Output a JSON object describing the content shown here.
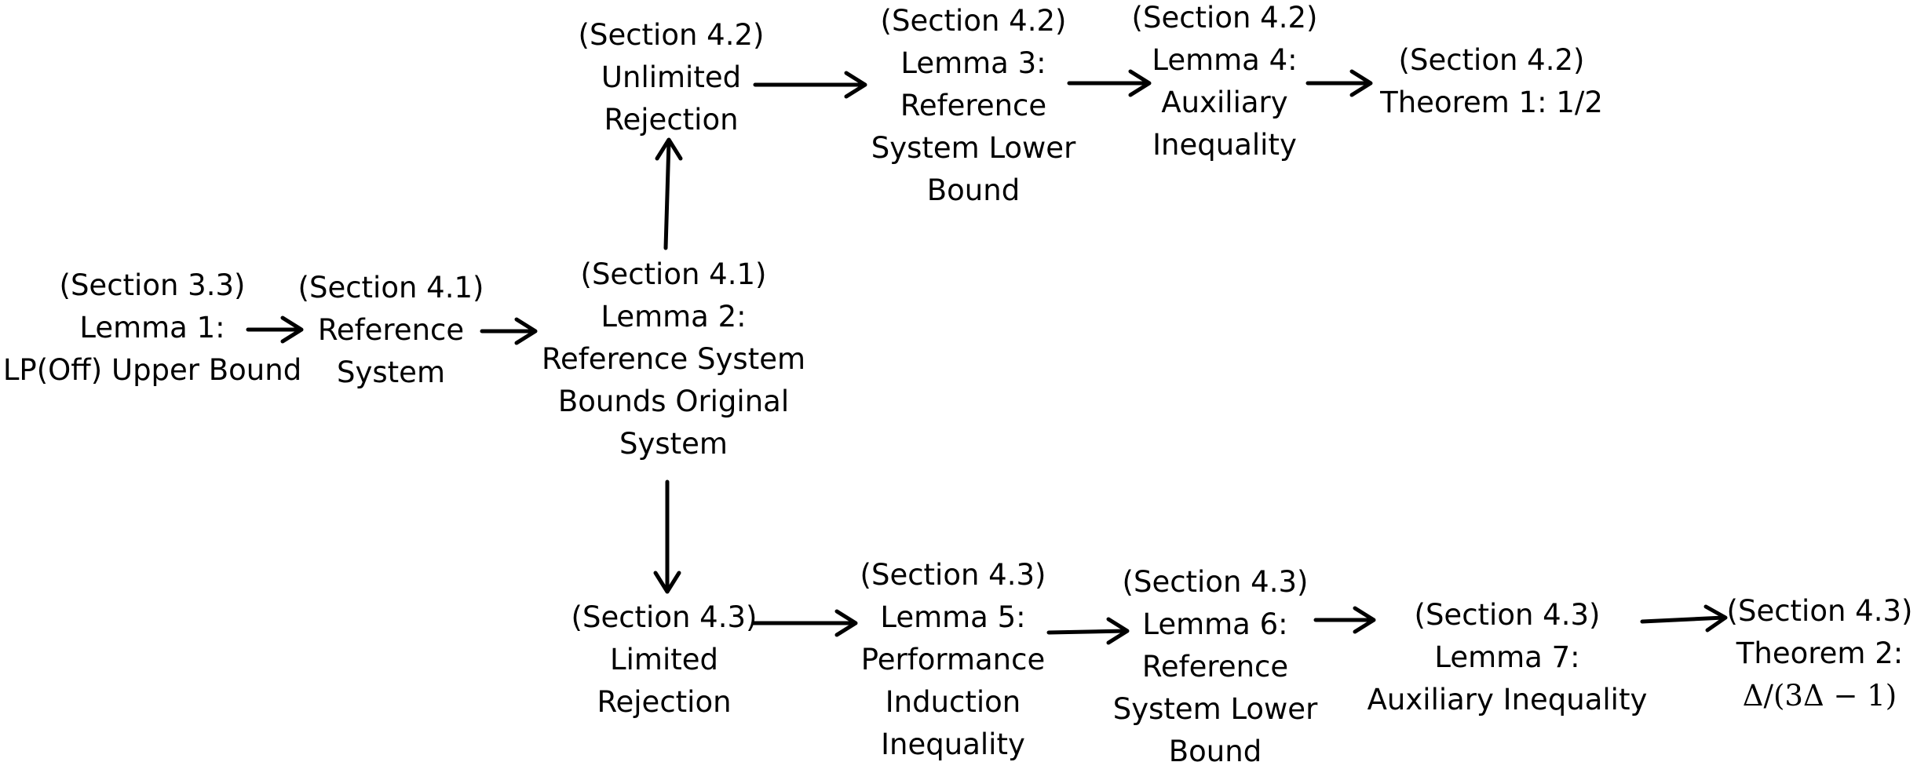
{
  "diagram": {
    "nodes": [
      {
        "id": "lemma1",
        "lines": [
          "(Section 3.3)",
          "Lemma 1:",
          "LP(Off) Upper Bound"
        ]
      },
      {
        "id": "ref_system",
        "lines": [
          "(Section 4.1)",
          "Reference",
          "System"
        ]
      },
      {
        "id": "lemma2",
        "lines": [
          "(Section 4.1)",
          "Lemma 2:",
          "Reference System",
          "Bounds Original",
          "System"
        ]
      },
      {
        "id": "unlimited",
        "lines": [
          "(Section 4.2)",
          "Unlimited",
          "Rejection"
        ]
      },
      {
        "id": "lemma3",
        "lines": [
          "(Section 4.2)",
          "Lemma 3:",
          "Reference",
          "System Lower",
          "Bound"
        ]
      },
      {
        "id": "lemma4",
        "lines": [
          "(Section 4.2)",
          "Lemma 4:",
          "Auxiliary",
          "Inequality"
        ]
      },
      {
        "id": "theorem1",
        "lines": [
          "(Section 4.2)",
          "Theorem 1: 1/2"
        ]
      },
      {
        "id": "limited",
        "lines": [
          "(Section 4.3)",
          "Limited",
          "Rejection"
        ]
      },
      {
        "id": "lemma5",
        "lines": [
          "(Section 4.3)",
          "Lemma 5:",
          "Performance",
          "Induction",
          "Inequality"
        ]
      },
      {
        "id": "lemma6",
        "lines": [
          "(Section 4.3)",
          "Lemma 6:",
          "Reference",
          "System Lower",
          "Bound"
        ]
      },
      {
        "id": "lemma7",
        "lines": [
          "(Section 4.3)",
          "Lemma 7:",
          "Auxiliary Inequality"
        ]
      },
      {
        "id": "theorem2",
        "lines": [
          "(Section 4.3)",
          "Theorem 2:",
          "Δ/(3Δ − 1)"
        ]
      }
    ],
    "edges": [
      {
        "from": "lemma1",
        "to": "ref_system"
      },
      {
        "from": "ref_system",
        "to": "lemma2"
      },
      {
        "from": "lemma2",
        "to": "unlimited"
      },
      {
        "from": "lemma2",
        "to": "limited"
      },
      {
        "from": "unlimited",
        "to": "lemma3"
      },
      {
        "from": "lemma3",
        "to": "lemma4"
      },
      {
        "from": "lemma4",
        "to": "theorem1"
      },
      {
        "from": "limited",
        "to": "lemma5"
      },
      {
        "from": "lemma5",
        "to": "lemma6"
      },
      {
        "from": "lemma6",
        "to": "lemma7"
      },
      {
        "from": "lemma7",
        "to": "theorem2"
      }
    ]
  }
}
